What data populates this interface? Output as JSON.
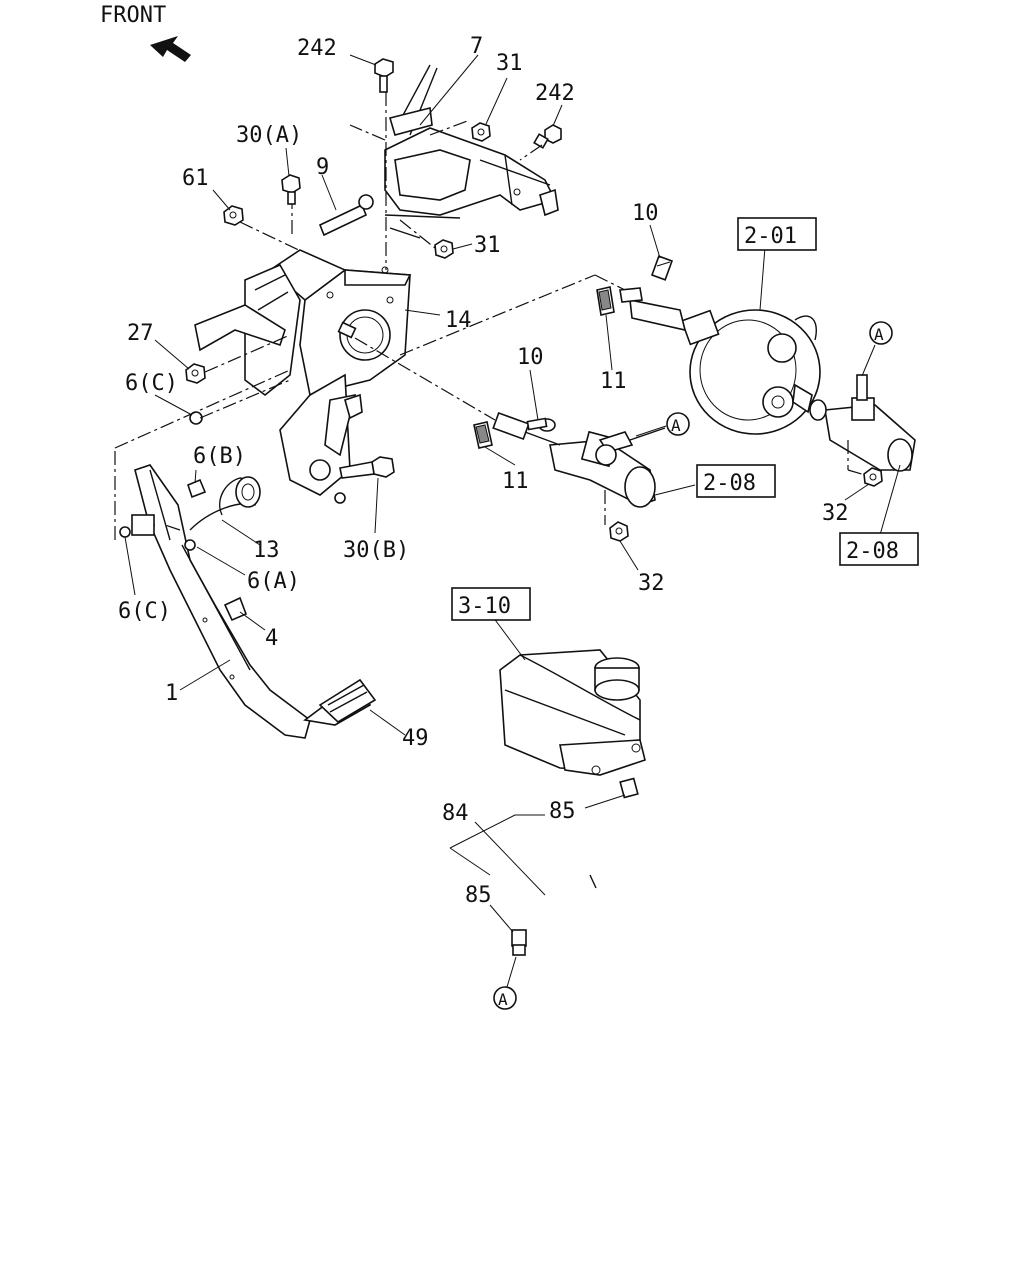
{
  "header": {
    "front_label": "FRONT",
    "front_icon": "arrow-up-left-icon"
  },
  "callouts": {
    "c242_top": "242",
    "c7": "7",
    "c31_top": "31",
    "c242_right": "242",
    "c30a": "30(A)",
    "c9": "9",
    "c61": "61",
    "c31_mid": "31",
    "c10_top": "10",
    "c14": "14",
    "c27": "27",
    "c11_top": "11",
    "c6c_top": "6(C)",
    "c10_mid": "10",
    "c11_mid": "11",
    "c6b": "6(B)",
    "c13": "13",
    "c30b": "30(B)",
    "c6a": "6(A)",
    "c6c_bottom": "6(C)",
    "c4": "4",
    "c1": "1",
    "c49": "49",
    "c32_mid": "32",
    "c32_right": "32",
    "c84": "84",
    "c85_top": "85",
    "c85_bottom": "85"
  },
  "refs": {
    "r201": "2-01",
    "r208_mid": "2-08",
    "r208_right": "2-08",
    "r310": "3-10"
  },
  "connectors": {
    "a_booster": "A",
    "a_master": "A",
    "a_hose": "A"
  }
}
